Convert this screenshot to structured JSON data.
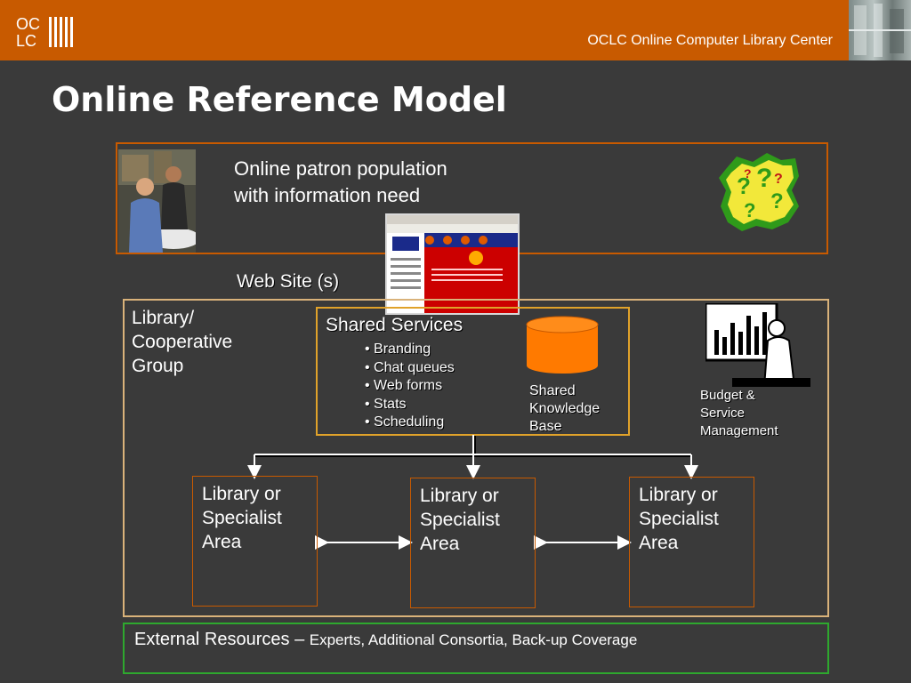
{
  "header": {
    "logo_line1": "OC",
    "logo_line2": "LC",
    "org_name": "OCLC Online Computer Library Center",
    "accent_color": "#c85a00"
  },
  "slide_title": "Online Reference Model",
  "patron": {
    "text_line1": "Online patron population",
    "text_line2": "with information need",
    "photo_icon": "patrons-at-computer-photo",
    "question_icon": "question-marks-clipart-icon"
  },
  "website": {
    "label": "Web Site (s)",
    "thumbnail_icon": "ask-now-website-screenshot"
  },
  "group": {
    "label_line1": "Library/",
    "label_line2": "Cooperative",
    "label_line3": "Group"
  },
  "shared_services": {
    "title": "Shared Services",
    "bullets": [
      "• Branding",
      "• Chat queues",
      "• Web forms",
      "• Stats",
      "• Scheduling"
    ]
  },
  "knowledge_base": {
    "line1": "Shared",
    "line2": "Knowledge",
    "line3": "Base",
    "icon": "database-cylinder-icon",
    "color": "#ff7a00"
  },
  "budget": {
    "line1": "Budget &",
    "line2": "Service",
    "line3": "Management",
    "icon": "presenter-bar-chart-clipart-icon"
  },
  "areas": [
    {
      "line1": "Library or",
      "line2": "Specialist",
      "line3": "Area"
    },
    {
      "line1": "Library or",
      "line2": "Specialist",
      "line3": "Area"
    },
    {
      "line1": "Library or",
      "line2": "Specialist",
      "line3": "Area"
    }
  ],
  "external": {
    "label": "External Resources – ",
    "details": "Experts, Additional Consortia, Back-up Coverage",
    "border_color": "#2ea82e"
  }
}
